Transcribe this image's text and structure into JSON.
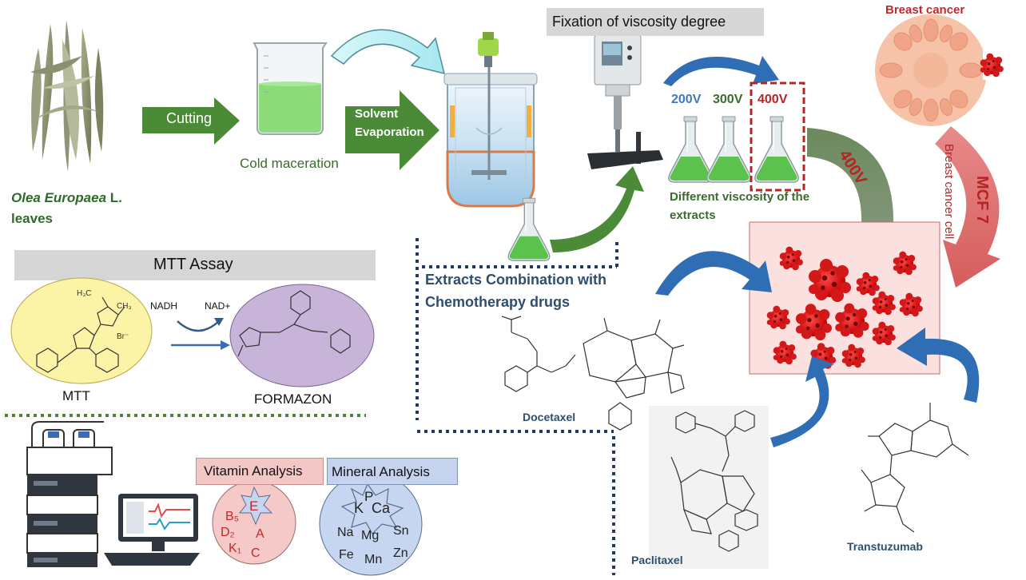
{
  "leaves": {
    "species_italic": "Olea Europaea",
    "species_suffix": " L.",
    "line2": "leaves"
  },
  "steps": {
    "cutting": "Cutting",
    "cold_maceration": "Cold maceration",
    "solvent_line1": "Solvent",
    "solvent_line2": "Evaporation",
    "fixation": "Fixation of viscosity degree"
  },
  "viscosity": {
    "labels": [
      "200V",
      "300V",
      "400V"
    ],
    "caption_line1": "Different viscosity of the",
    "caption_line2": "extracts",
    "arrow_label": "400V"
  },
  "breast": {
    "title": "Breast cancer",
    "mcf": "MCF 7",
    "cell_label": "Breast cancer cell"
  },
  "mtt": {
    "header": "MTT Assay",
    "nadh": "NADH",
    "nadplus": "NAD+",
    "mtt_label": "MTT",
    "formazon_label": "FORMAZON",
    "br": "Br⁻",
    "ch3": "H₃C",
    "ch3b": "CH₃"
  },
  "combination": {
    "line1": "Extracts Combination with",
    "line2": "Chemotherapy drugs"
  },
  "drugs": {
    "docetaxel": "Docetaxel",
    "paclitaxel": "Paclitaxel",
    "transtuzumab": "Transtuzumab"
  },
  "vitamins": {
    "header": "Vitamin Analysis",
    "items": [
      "E",
      "B₅",
      "D₂",
      "A",
      "K₁",
      "C"
    ]
  },
  "minerals": {
    "header": "Mineral Analysis",
    "items": [
      "P",
      "K",
      "Ca",
      "Na",
      "Mg",
      "Sn",
      "Fe",
      "Mn",
      "Zn"
    ]
  },
  "colors": {
    "green_arrow": "#4b8a36",
    "blue_arrow": "#3a6cb4",
    "red_dash": "#b52424",
    "navy_dots": "#1f3864",
    "green_dots": "#548235",
    "mtt_ellipse": "#fbf3a5",
    "formazon_ellipse": "#c9b4d9",
    "vitamin_box": "#f4c7c7",
    "mineral_box": "#c5d3ee"
  }
}
